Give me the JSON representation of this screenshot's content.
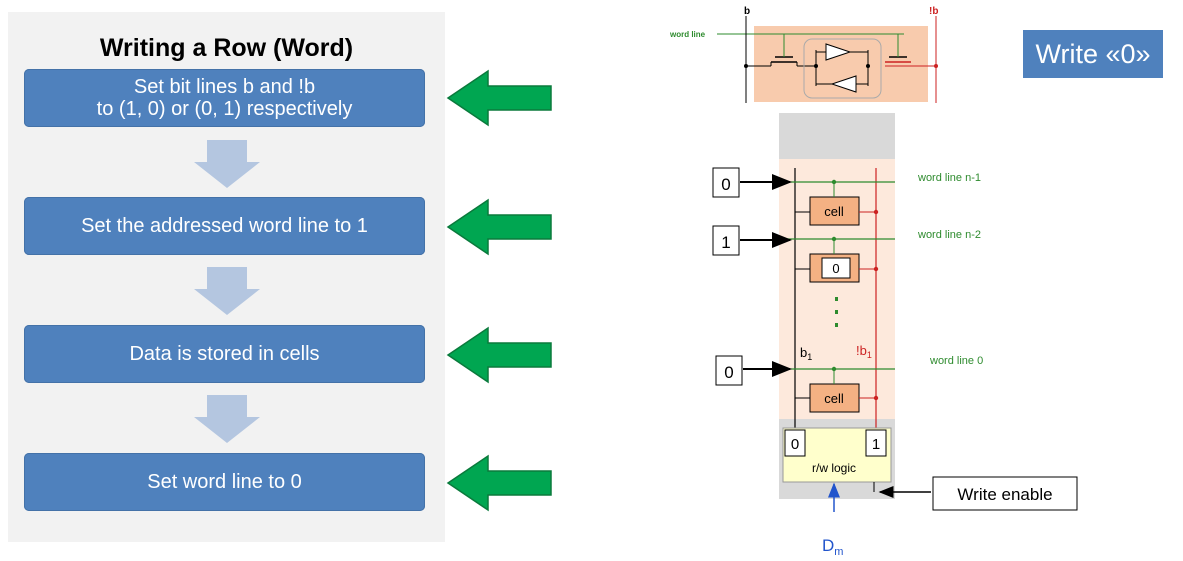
{
  "flow": {
    "title": "Writing a Row (Word)",
    "steps": [
      {
        "line1": "Set bit lines b and !b",
        "line2": "to (1, 0) or (0, 1) respectively"
      },
      {
        "line1": "Set the addressed word line to 1"
      },
      {
        "line1": "Data is stored in cells"
      },
      {
        "line1": "Set word line to 0"
      }
    ]
  },
  "badge": "Write «0»",
  "schematic": {
    "b_label": "b",
    "nb_label": "!b",
    "word_line_label": "word line"
  },
  "array": {
    "inputs": [
      "0",
      "1",
      "0"
    ],
    "word_lines": [
      "word line n-1",
      "word line n-2",
      "word line 0"
    ],
    "cell_label": "cell",
    "cell_value": "0",
    "bitline_b": "b",
    "bitline_nb": "!b",
    "subscript": "1",
    "rw_left": "0",
    "rw_right": "1",
    "rw_logic": "r/w logic",
    "write_enable": "Write enable",
    "dm_main": "D",
    "dm_sub": "m"
  },
  "colors": {
    "step_fill": "#4f81bd",
    "green_arrow": "#00a651",
    "down_arrow": "#b4c6e0",
    "word_line": "#2e8b2e",
    "not_bit_line": "#cc2222",
    "cell_fill": "#f4b183",
    "array_bg": "#fde9dc",
    "rw_logic_fill": "#ffffcc",
    "dm": "#2255cc"
  }
}
